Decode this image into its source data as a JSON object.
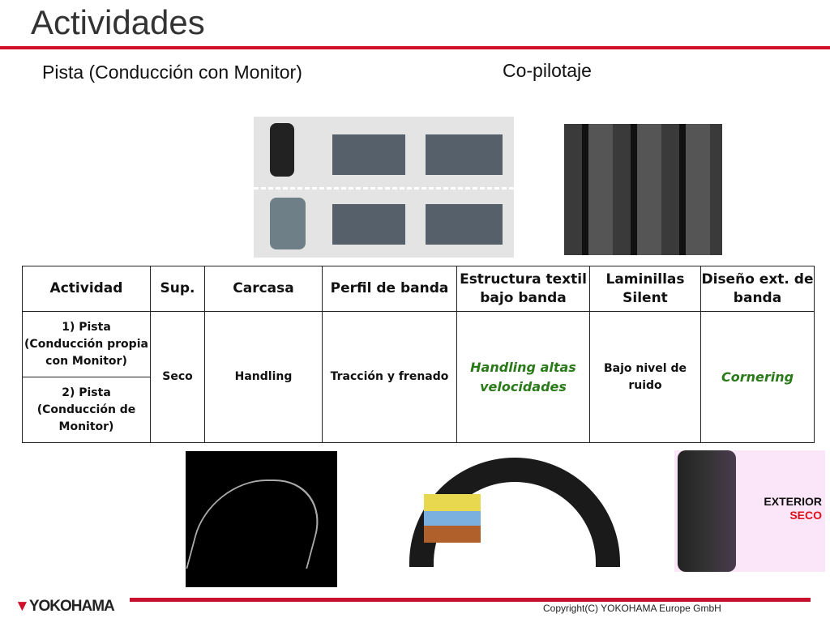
{
  "title": "Actividades",
  "subtitles": {
    "left": "Pista (Conducción con Monitor)",
    "right": "Co-pilotaje"
  },
  "table": {
    "headers": [
      "Actividad",
      "Sup.",
      "Carcasa",
      "Perfil de banda",
      "Estructura textil bajo banda",
      "Laminillas Silent",
      "Diseño ext. de banda"
    ],
    "activities": [
      "1) Pista (Conducción propia con Monitor)",
      "2) Pista (Conducción de Monitor)"
    ],
    "sup": "Seco",
    "carcasa": "Handling",
    "perfil": "Tracción y frenado",
    "estructura": "Handling altas velocidades",
    "laminillas": "Bajo nivel de ruido",
    "diseno": "Cornering"
  },
  "images": {
    "exterior_label": "EXTERIOR",
    "seco_label": "SECO"
  },
  "footer": {
    "logo": "YOKOHAMA",
    "copyright": "Copyright(C) YOKOHAMA Europe GmbH"
  }
}
